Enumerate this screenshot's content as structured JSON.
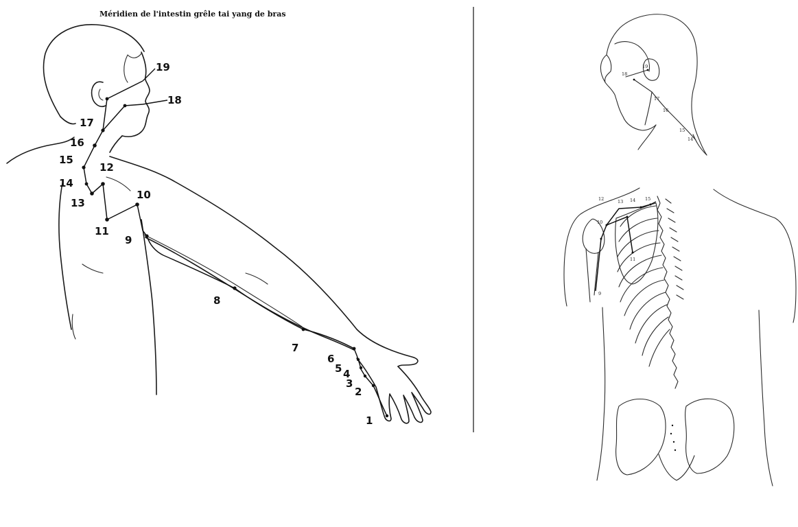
{
  "title": "Méridien de l'intestin grêle tai yang de bras",
  "left_figure": {
    "point_labels": [
      "1",
      "2",
      "3",
      "4",
      "5",
      "6",
      "7",
      "8",
      "9",
      "10",
      "11",
      "12",
      "13",
      "14",
      "15",
      "16",
      "17",
      "18",
      "19"
    ]
  },
  "right_head_figure": {
    "point_labels": [
      "18",
      "19",
      "17",
      "16",
      "15",
      "14"
    ]
  },
  "right_back_figure": {
    "point_labels": [
      "12",
      "13",
      "14",
      "15",
      "10",
      "11",
      "9"
    ]
  }
}
